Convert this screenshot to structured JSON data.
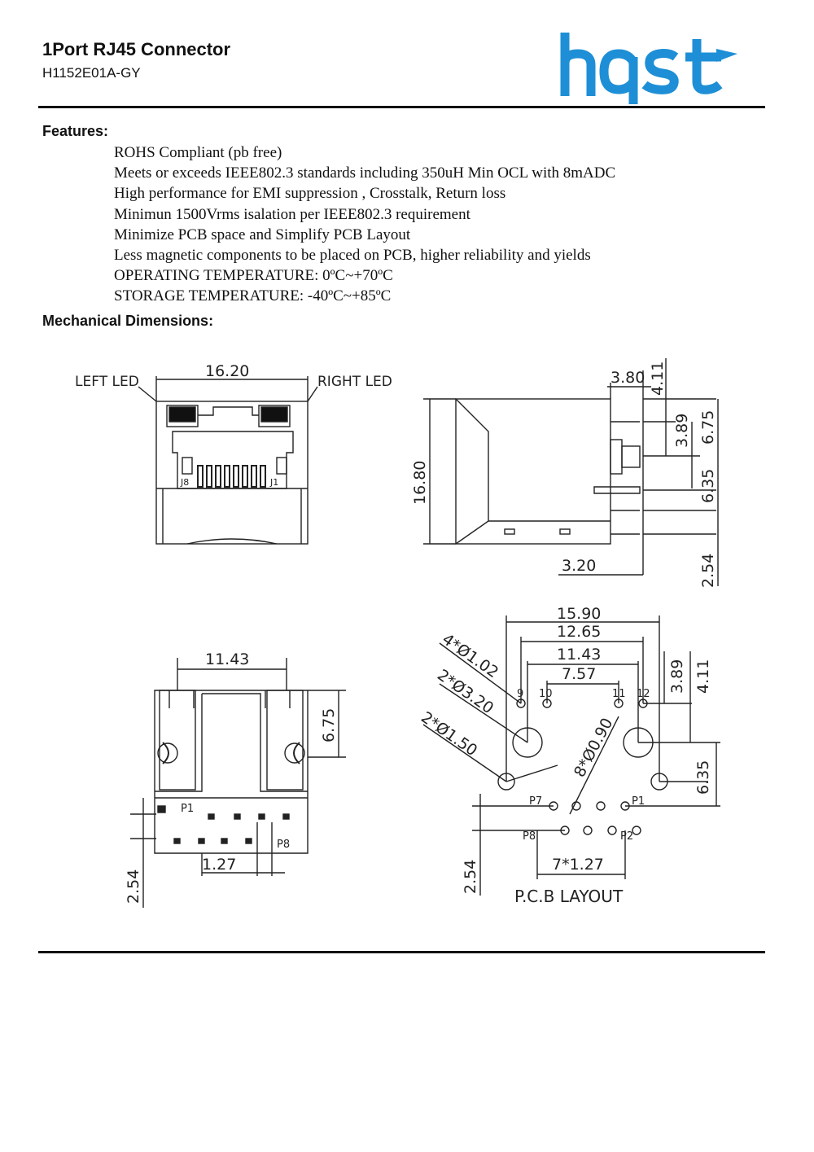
{
  "header": {
    "title": "1Port RJ45 Connector",
    "part_number": "H1152E01A-GY",
    "logo_text": "hqst",
    "logo_color": "#1e8fd6"
  },
  "features": {
    "heading": "Features:",
    "items": [
      "ROHS Compliant (pb free)",
      "Meets or exceeds IEEE802.3 standards including 350uH Min OCL with 8mADC",
      "High performance for EMI suppression , Crosstalk, Return loss",
      "Minimun 1500Vrms isalation per IEEE802.3 requirement",
      "Minimize PCB space and Simplify PCB Layout",
      "Less magnetic components to be placed on PCB, higher reliability and yields",
      "OPERATING TEMPERATURE:  0ºC~+70ºC",
      "STORAGE TEMPERATURE:  -40ºC~+85ºC"
    ]
  },
  "mechanical": {
    "heading": "Mechanical Dimensions:",
    "front_view": {
      "left_led": "LEFT LED",
      "right_led": "RIGHT LED",
      "width": "16.20",
      "pin_j8": "J8",
      "pin_j1": "J1"
    },
    "side_view": {
      "height": "16.80",
      "d_380": "3.80",
      "d_411": "4.11",
      "d_389": "3.89",
      "d_675": "6.75",
      "d_635": "6.35",
      "d_320": "3.20",
      "d_254": "2.54"
    },
    "bottom_view": {
      "d_1143": "11.43",
      "d_675": "6.75",
      "d_127": "1.27",
      "d_254": "2.54",
      "p1": "P1",
      "p8": "P8"
    },
    "pcb_layout": {
      "title": "P.C.B  LAYOUT",
      "d_1590": "15.90",
      "d_1265": "12.65",
      "d_1143": "11.43",
      "d_757": "7.57",
      "d_389": "3.89",
      "d_411": "4.11",
      "d_635": "6.35",
      "d_254": "2.54",
      "pitch": "7*1.27",
      "hole_102": "4*Ø1.02",
      "hole_320": "2*Ø3.20",
      "hole_150": "2*Ø1.50",
      "hole_090": "8*Ø0.90",
      "pin9": "9",
      "pin10": "10",
      "pin11": "11",
      "pin12": "12",
      "p1": "P1",
      "p2": "P2",
      "p7": "P7",
      "p8": "P8"
    }
  }
}
